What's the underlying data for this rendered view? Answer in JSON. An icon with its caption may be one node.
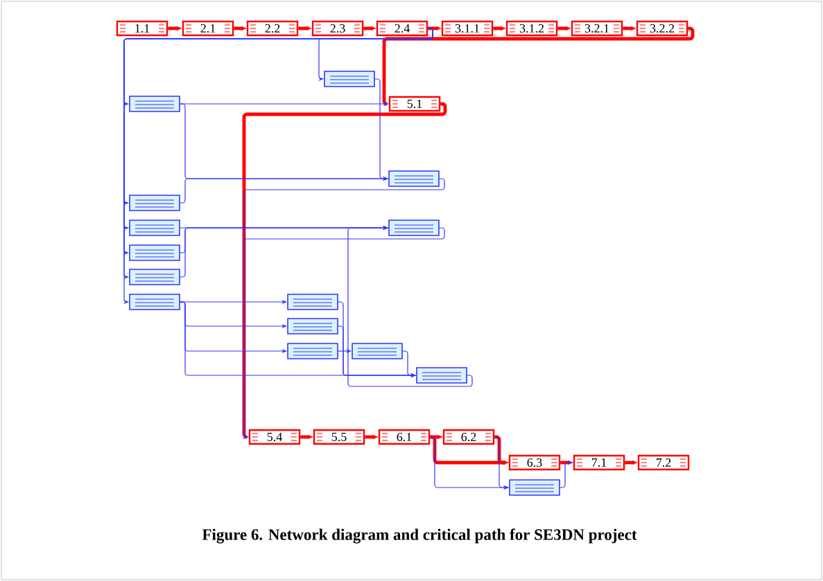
{
  "diagram": {
    "caption": "Figure 6. Network diagram and critical path for SE3DN project",
    "nodes": [
      {
        "text": [
          "1.1"
        ]
      },
      {
        "text": [
          "2.1"
        ]
      },
      {
        "text": [
          "2.2"
        ]
      },
      {
        "text": [
          "2.3"
        ]
      },
      {
        "text": [
          "2.4"
        ]
      },
      {
        "text": [
          "3.1.1"
        ]
      },
      {
        "text": [
          "3.1.2"
        ]
      },
      {
        "text": [
          "3.2.1"
        ]
      },
      {
        "text": [
          "3.2.2"
        ]
      },
      {
        "text": [],
        "shape": "box"
      },
      {
        "text": [
          "5.1"
        ]
      },
      {
        "text": [],
        "shape": "box"
      },
      {
        "text": [],
        "shape": "box"
      },
      {
        "text": [],
        "shape": "box"
      },
      {
        "text": [],
        "shape": "box"
      },
      {
        "text": [],
        "shape": "box"
      },
      {
        "text": [],
        "shape": "box"
      },
      {
        "text": [],
        "shape": "box"
      },
      {
        "text": [],
        "shape": "box"
      },
      {
        "text": [],
        "shape": "box"
      },
      {
        "text": [],
        "shape": "box"
      },
      {
        "text": [],
        "shape": "box"
      },
      {
        "text": [],
        "shape": "box"
      },
      {
        "text": [],
        "shape": "box"
      },
      {
        "text": [
          "5.4"
        ]
      },
      {
        "text": [
          "5.5"
        ]
      },
      {
        "text": [
          "6.1"
        ]
      },
      {
        "text": [
          "6.2"
        ]
      },
      {
        "text": [
          "6.3"
        ]
      },
      {
        "text": [
          "7.1"
        ]
      },
      {
        "text": [
          "7.2"
        ]
      },
      {
        "text": [],
        "shape": "box"
      }
    ],
    "edges": [
      {
        "from": 0,
        "to": 1,
        "arrow": "to",
        "style": "thick",
        "color": "#ff0000"
      },
      {
        "from": 1,
        "to": 2,
        "arrow": "to",
        "style": "thick",
        "color": "#ff0000"
      },
      {
        "from": 2,
        "to": 3,
        "arrow": "to",
        "style": "thick",
        "color": "#ff0000"
      },
      {
        "from": 3,
        "to": 4,
        "arrow": "to",
        "style": "thick",
        "color": "#ff0000"
      },
      {
        "from": 4,
        "to": 5,
        "arrow": "to",
        "style": "thick",
        "color": "#ff0000"
      },
      {
        "from": 5,
        "to": 6,
        "arrow": "to",
        "style": "thick",
        "color": "#ff0000"
      },
      {
        "from": 6,
        "to": 7,
        "arrow": "to",
        "style": "thick",
        "color": "#ff0000"
      },
      {
        "from": 7,
        "to": 8,
        "arrow": "to",
        "style": "thick",
        "color": "#ff0000"
      },
      {
        "from": 8,
        "to": 10,
        "arrow": "to",
        "style": "thick",
        "color": "#ff0000"
      },
      {
        "from": 10,
        "to": 24,
        "arrow": "to",
        "style": "thick",
        "color": "#ff0000"
      },
      {
        "from": 24,
        "to": 25,
        "arrow": "to",
        "style": "thick",
        "color": "#ff0000"
      },
      {
        "from": 25,
        "to": 26,
        "arrow": "to",
        "style": "thick",
        "color": "#ff0000"
      },
      {
        "from": 26,
        "to": 27,
        "arrow": "to",
        "style": "thick",
        "color": "#ff0000"
      },
      {
        "from": 26,
        "to": 28,
        "arrow": "to",
        "style": "thick",
        "color": "#ff0000"
      },
      {
        "from": 27,
        "to": 28,
        "arrow": "to",
        "style": "thick",
        "color": "#ff0000"
      },
      {
        "from": 28,
        "to": 29,
        "arrow": "to",
        "style": "thick",
        "color": "#ff0000"
      },
      {
        "from": 29,
        "to": 30,
        "arrow": "to",
        "style": "thick",
        "color": "#ff0000"
      },
      {
        "from": 4,
        "to": 9,
        "arrow": "to"
      },
      {
        "from": 4,
        "to": 11,
        "arrow": "to"
      },
      {
        "from": 4,
        "to": 13,
        "arrow": "to"
      },
      {
        "from": 4,
        "to": 14,
        "arrow": "to"
      },
      {
        "from": 4,
        "to": 16,
        "arrow": "to"
      },
      {
        "from": 4,
        "to": 17,
        "arrow": "to"
      },
      {
        "from": 4,
        "to": 18,
        "arrow": "to"
      },
      {
        "from": 9,
        "to": 12,
        "arrow": "to"
      },
      {
        "from": 11,
        "to": 10,
        "arrow": "to"
      },
      {
        "from": 11,
        "to": 12,
        "arrow": "to"
      },
      {
        "from": 13,
        "to": 12,
        "arrow": "to"
      },
      {
        "from": 12,
        "to": 24,
        "arrow": "to"
      },
      {
        "from": 14,
        "to": 15,
        "arrow": "to"
      },
      {
        "from": 16,
        "to": 15,
        "arrow": "to"
      },
      {
        "from": 17,
        "to": 15,
        "arrow": "to"
      },
      {
        "from": 15,
        "to": 24,
        "arrow": "to"
      },
      {
        "from": 18,
        "to": 19,
        "arrow": "to"
      },
      {
        "from": 18,
        "to": 20,
        "arrow": "to"
      },
      {
        "from": 18,
        "to": 21,
        "arrow": "to"
      },
      {
        "from": 18,
        "to": 23,
        "arrow": "to"
      },
      {
        "from": 19,
        "to": 23,
        "arrow": "to"
      },
      {
        "from": 20,
        "to": 23,
        "arrow": "to"
      },
      {
        "from": 21,
        "to": 22,
        "arrow": "to"
      },
      {
        "from": 22,
        "to": 23,
        "arrow": "to"
      },
      {
        "from": 23,
        "to": 15,
        "arrow": "to"
      },
      {
        "from": 26,
        "to": 31,
        "arrow": "to"
      },
      {
        "from": 27,
        "to": 31,
        "arrow": "to"
      },
      {
        "from": 31,
        "to": 29,
        "arrow": "to"
      }
    ]
  }
}
